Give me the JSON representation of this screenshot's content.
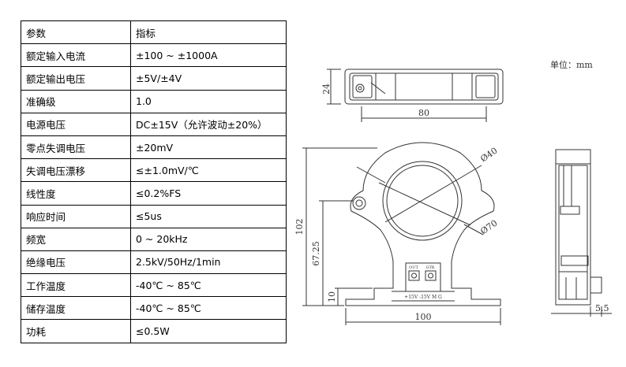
{
  "table": {
    "rows": [
      {
        "key": "参数",
        "value": "指标"
      },
      {
        "key": "额定输入电流",
        "value": "±100 ~ ±1000A"
      },
      {
        "key": "额定输出电压",
        "value": "±5V/±4V"
      },
      {
        "key": "准确级",
        "value": "1.0"
      },
      {
        "key": "电源电压",
        "value": "DC±15V（允许波动±20%）"
      },
      {
        "key": "零点失调电压",
        "value": "±20mV"
      },
      {
        "key": "失调电压漂移",
        "value": "≤±1.0mV/℃"
      },
      {
        "key": "线性度",
        "value": "≤0.2%FS"
      },
      {
        "key": "响应时间",
        "value": "≤5us"
      },
      {
        "key": "频宽",
        "value": "0 ~ 20kHz"
      },
      {
        "key": "绝缘电压",
        "value": "2.5kV/50Hz/1min"
      },
      {
        "key": "工作温度",
        "value": "-40℃ ~ 85℃"
      },
      {
        "key": "储存温度",
        "value": "-40℃ ~ 85℃"
      },
      {
        "key": "功耗",
        "value": "≤0.5W"
      }
    ]
  },
  "drawing": {
    "unit_label": "单位：mm",
    "dimensions": {
      "top_height": "24",
      "top_width": "80",
      "front_height": "102",
      "front_mid": "67.25",
      "front_low": "10",
      "front_width": "100",
      "inner_diameter": "Ø40",
      "outer_diameter": "Ø70",
      "side_width": "5.5"
    },
    "connector_labels": [
      "OUT",
      "GTR"
    ],
    "pin_labels": "+15V -15V M G"
  }
}
